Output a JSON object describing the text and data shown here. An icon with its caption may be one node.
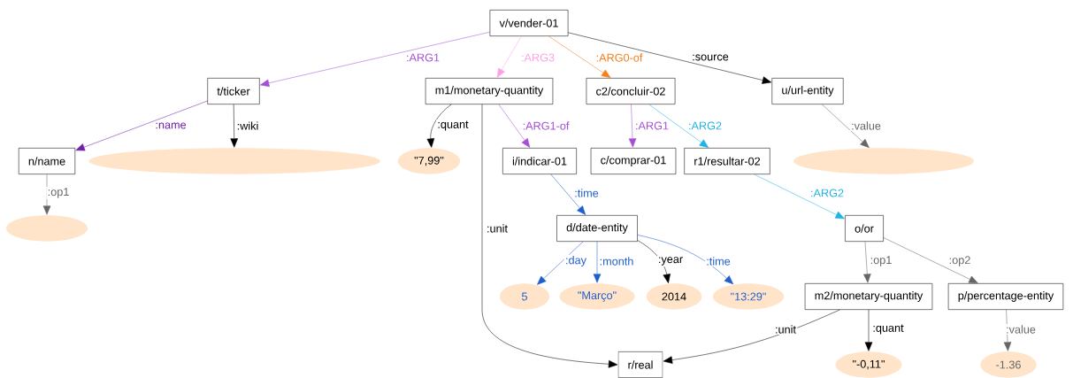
{
  "diagram": {
    "nodes": [
      {
        "text": [
          "v/vender-01"
        ]
      },
      {
        "text": [
          "t/ticker"
        ]
      },
      {
        "text": [
          "m1/monetary-quantity"
        ]
      },
      {
        "text": [
          "c2/concluir-02"
        ]
      },
      {
        "text": [
          "u/url-entity"
        ]
      },
      {
        "text": [
          "n/name"
        ]
      },
      {
        "text": [],
        "shape": "ellipse"
      },
      {
        "text": [
          "\"7,99\""
        ]
      },
      {
        "text": [
          "i/indicar-01"
        ]
      },
      {
        "text": [
          "c/comprar-01"
        ]
      },
      {
        "text": [
          "r1/resultar-02"
        ]
      },
      {
        "text": [],
        "shape": "ellipse"
      },
      {
        "text": [],
        "shape": "ellipse"
      },
      {
        "text": [
          "d/date-entity"
        ]
      },
      {
        "text": [
          "o/or"
        ]
      },
      {
        "text": [
          "5"
        ]
      },
      {
        "text": [
          "\"Março\""
        ]
      },
      {
        "text": [
          "2014"
        ]
      },
      {
        "text": [
          "\"13:29\""
        ]
      },
      {
        "text": [
          "m2/monetary-quantity"
        ]
      },
      {
        "text": [
          "p/percentage-entity"
        ]
      },
      {
        "text": [
          "r/real"
        ]
      },
      {
        "text": [
          "\"-0,11\""
        ]
      },
      {
        "text": [
          "-1.36"
        ]
      }
    ],
    "edges": [
      {
        "from": 0,
        "to": 1,
        "arrow": "to",
        "label": ":ARG1",
        "color": "#a64fd6"
      },
      {
        "from": 0,
        "to": 2,
        "arrow": "to",
        "label": ":ARG3",
        "color": "#ffa0e6"
      },
      {
        "from": 0,
        "to": 3,
        "arrow": "to",
        "label": ":ARG0-of",
        "color": "#f77f1c"
      },
      {
        "from": 0,
        "to": 4,
        "arrow": "to",
        "label": ":source"
      },
      {
        "from": 1,
        "to": 5,
        "arrow": "to",
        "label": ":name",
        "color": "#7020a8"
      },
      {
        "from": 1,
        "to": 6,
        "arrow": "to",
        "label": ":wiki"
      },
      {
        "from": 5,
        "to": 12,
        "arrow": "to",
        "label": ":op1",
        "color": "#666666"
      },
      {
        "from": 2,
        "to": 7,
        "arrow": "to",
        "label": ":quant"
      },
      {
        "from": 2,
        "to": 21,
        "arrow": "to",
        "label": ":unit"
      },
      {
        "from": 2,
        "to": 8,
        "arrow": "to",
        "label": ":ARG1-of",
        "color": "#a64fd6"
      },
      {
        "from": 3,
        "to": 9,
        "arrow": "to",
        "label": ":ARG1",
        "color": "#a64fd6"
      },
      {
        "from": 3,
        "to": 10,
        "arrow": "to",
        "label": ":ARG2",
        "color": "#1eb4e6"
      },
      {
        "from": 4,
        "to": 11,
        "arrow": "to",
        "label": ":value",
        "color": "#666666"
      },
      {
        "from": 8,
        "to": 13,
        "arrow": "to",
        "label": ":time",
        "color": "#1f5fcc"
      },
      {
        "from": 10,
        "to": 14,
        "arrow": "to",
        "label": ":ARG2",
        "color": "#1eb4e6"
      },
      {
        "from": 13,
        "to": 15,
        "arrow": "to",
        "label": ":day",
        "color": "#1f5fcc"
      },
      {
        "from": 13,
        "to": 16,
        "arrow": "to",
        "label": ":month",
        "color": "#1f5fcc"
      },
      {
        "from": 13,
        "to": 17,
        "arrow": "to",
        "label": ":year"
      },
      {
        "from": 13,
        "to": 18,
        "arrow": "to",
        "label": ":time",
        "color": "#1f5fcc"
      },
      {
        "from": 14,
        "to": 19,
        "arrow": "to",
        "label": ":op1",
        "color": "#666666"
      },
      {
        "from": 14,
        "to": 20,
        "arrow": "to",
        "label": ":op2",
        "color": "#666666"
      },
      {
        "from": 19,
        "to": 21,
        "arrow": "to",
        "label": ":unit"
      },
      {
        "from": 19,
        "to": 22,
        "arrow": "to",
        "label": ":quant"
      },
      {
        "from": 20,
        "to": 23,
        "arrow": "to",
        "label": ":value",
        "color": "#666666"
      }
    ]
  }
}
